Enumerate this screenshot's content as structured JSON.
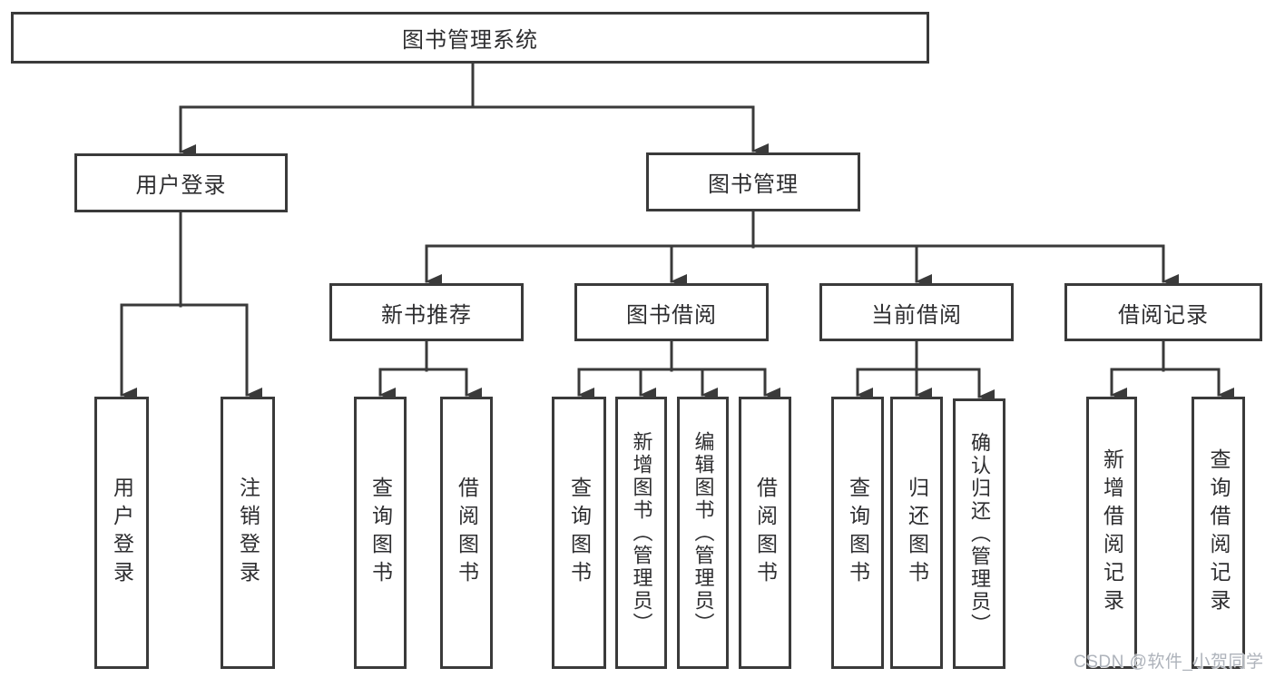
{
  "diagram": {
    "title": "图书管理系统",
    "branches": {
      "user_login": {
        "label": "用户登录",
        "children": [
          "用户登录",
          "注销登录"
        ]
      },
      "book_management": {
        "label": "图书管理",
        "sections": [
          {
            "label": "新书推荐",
            "children": [
              "查询图书",
              "借阅图书"
            ]
          },
          {
            "label": "图书借阅",
            "children": [
              "查询图书",
              "新增图书（管理员）",
              "编辑图书（管理员）",
              "借阅图书"
            ]
          },
          {
            "label": "当前借阅",
            "children": [
              "查询图书",
              "归还图书",
              "确认归还（管理员）"
            ]
          },
          {
            "label": "借阅记录",
            "children": [
              "新增借阅记录",
              "查询借阅记录"
            ]
          }
        ]
      }
    }
  },
  "watermark": "CSDN @软件_小贺同学",
  "colors": {
    "line": "#3a3a3a",
    "box_fill": "#ffffff",
    "text": "#2e2e30",
    "watermark": "#aeb3bb"
  }
}
